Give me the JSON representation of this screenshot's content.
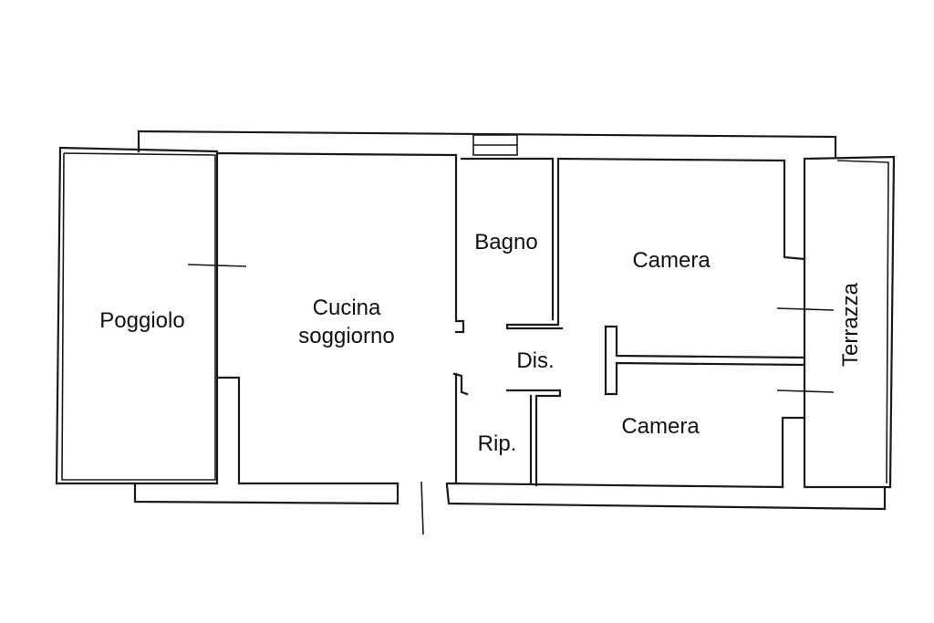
{
  "rooms": {
    "poggiolo": "Poggiolo",
    "cucina_line1": "Cucina",
    "cucina_line2": "soggiorno",
    "bagno": "Bagno",
    "camera_top": "Camera",
    "disimpegno": "Dis.",
    "ripostiglio": "Rip.",
    "camera_bottom": "Camera",
    "terrazza": "Terrazza"
  }
}
